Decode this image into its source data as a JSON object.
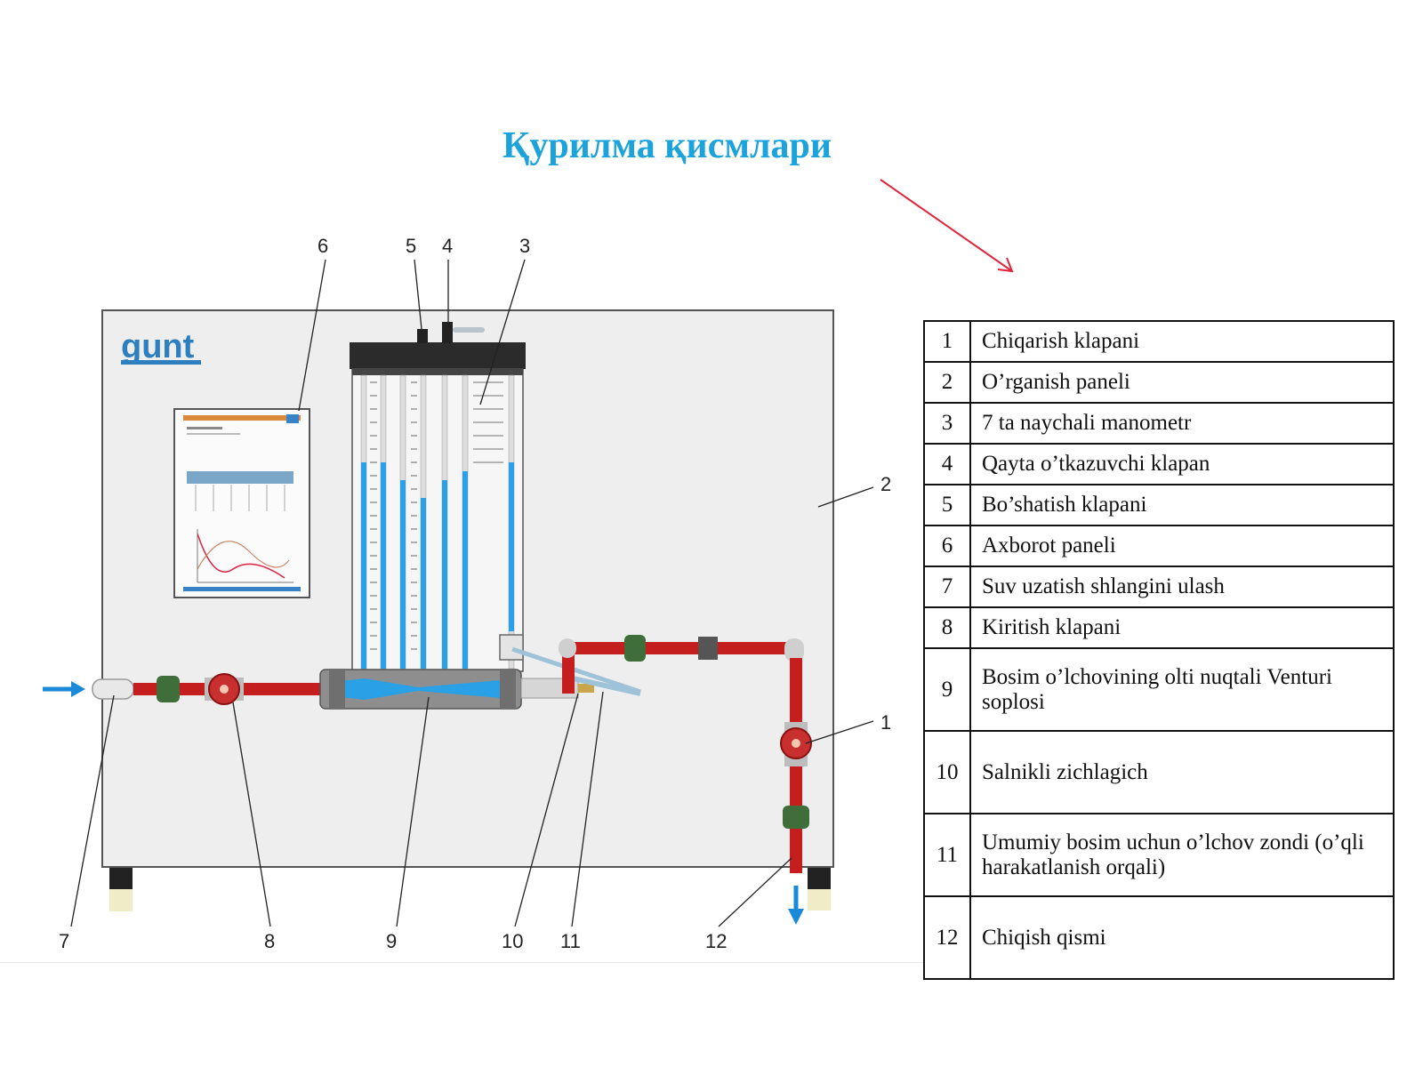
{
  "slide": {
    "title": "Қурилма қисмлари"
  },
  "diagram": {
    "logo_text": "gunt",
    "callouts": [
      "1",
      "2",
      "3",
      "4",
      "5",
      "6",
      "7",
      "8",
      "9",
      "10",
      "11",
      "12"
    ],
    "colors": {
      "pipe": "#c41e1e",
      "water": "#2aa0e6",
      "fitting": "#3f6e3a",
      "panel": "#eeeeee",
      "arrow": "#1a8ad8",
      "title": "#1ca3dc",
      "pointer": "#e0243c"
    }
  },
  "legend": {
    "rows": [
      {
        "num": "1",
        "text": "Chiqarish klapani"
      },
      {
        "num": "2",
        "text": "O’rganish paneli"
      },
      {
        "num": "3",
        "text": "7 ta naychali manometr"
      },
      {
        "num": "4",
        "text": "Qayta o’tkazuvchi klapan"
      },
      {
        "num": "5",
        "text": "Bo’shatish klapani"
      },
      {
        "num": "6",
        "text": "Axborot paneli"
      },
      {
        "num": "7",
        "text": "Suv uzatish shlangini ulash"
      },
      {
        "num": "8",
        "text": "Kiritish klapani"
      },
      {
        "num": "9",
        "text": "Bosim o’lchovining olti nuqtali Venturi soplosi"
      },
      {
        "num": "10",
        "text": "Salnikli zichlagich"
      },
      {
        "num": "11",
        "text": "Umumiy bosim uchun o’lchov zondi (o’qli harakatlanish orqali)"
      },
      {
        "num": "12",
        "text": "Chiqish qismi"
      }
    ]
  }
}
